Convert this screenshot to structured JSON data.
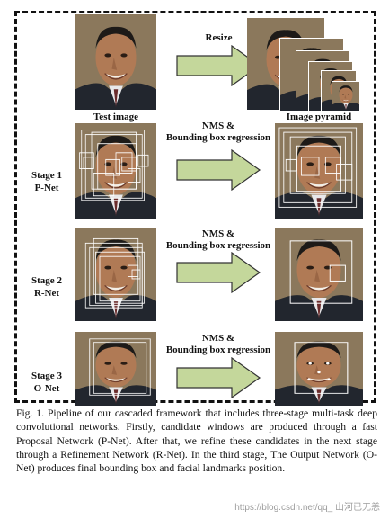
{
  "labels": {
    "resize": "Resize",
    "test_image": "Test image",
    "image_pyramid": "Image pyramid",
    "nms_1a": "NMS &",
    "nms_1b": "Bounding box regression",
    "nms_2a": "NMS &",
    "nms_2b": "Bounding box regression",
    "nms_3a": "NMS &",
    "nms_3b": "Bounding box regression"
  },
  "stages": [
    {
      "line1": "Stage 1",
      "line2": "P-Net"
    },
    {
      "line1": "Stage 2",
      "line2": "R-Net"
    },
    {
      "line1": "Stage 3",
      "line2": "O-Net"
    }
  ],
  "caption": "Fig. 1.   Pipeline of our cascaded framework that includes three-stage multi-task deep convolutional networks. Firstly, candidate windows are produced through a fast Proposal Network (P-Net). After that, we refine these candidates in the next stage through a Refinement Network (R-Net). In the third stage, The Output Network (O-Net) produces final bounding box and facial landmarks position.",
  "watermark": "https://blog.csdn.net/qq_ 山河已无恙",
  "colors": {
    "arrow_fill": "#c4d79b",
    "arrow_stroke": "#333333",
    "box": "#ffffff"
  }
}
